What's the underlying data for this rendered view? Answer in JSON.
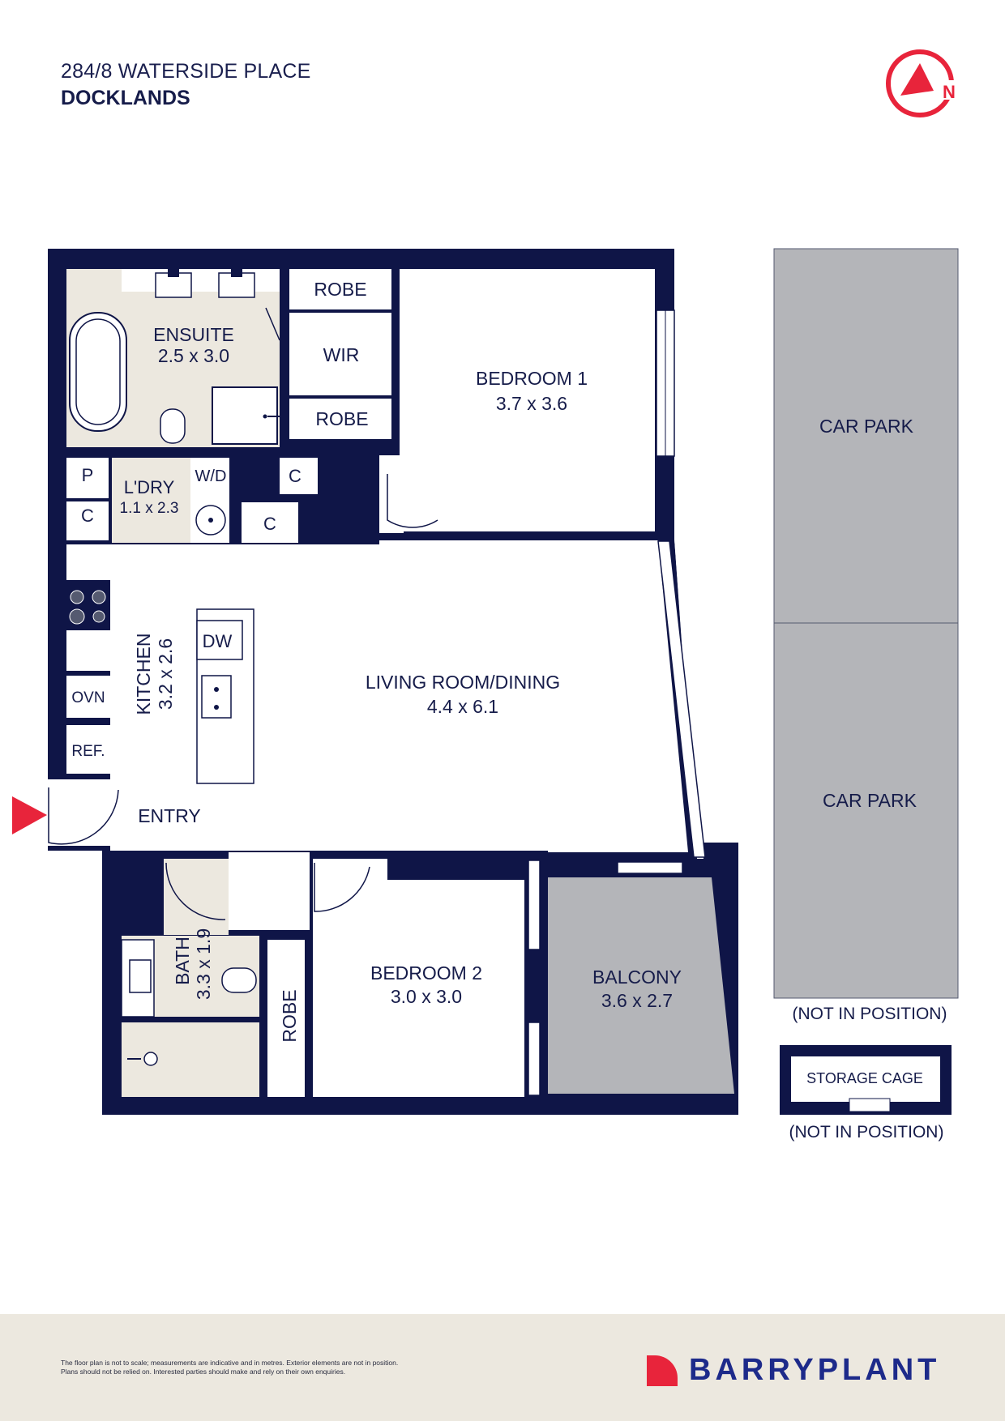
{
  "header": {
    "address": "284/8 WATERSIDE PLACE",
    "suburb": "DOCKLANDS"
  },
  "compass": {
    "label": "N",
    "color": "#e8243b"
  },
  "colors": {
    "wall": "#0f1547",
    "wet_area": "#ece8df",
    "outdoor": "#b4b5b9",
    "accent": "#e8243b",
    "brand": "#1d2a8a"
  },
  "rooms": {
    "ensuite": {
      "name": "ENSUITE",
      "size": "2.5 x 3.0"
    },
    "robe_top": {
      "name": "ROBE"
    },
    "wir": {
      "name": "WIR"
    },
    "robe_mid": {
      "name": "ROBE"
    },
    "bedroom1": {
      "name": "BEDROOM 1",
      "size": "3.7 x 3.6"
    },
    "pantry": {
      "name": "P"
    },
    "cupboard_left": {
      "name": "C"
    },
    "laundry": {
      "name": "L'DRY",
      "size": "1.1 x 2.3"
    },
    "washer_dryer": {
      "name": "W/D"
    },
    "cupboard_upper": {
      "name": "C"
    },
    "cupboard_lower": {
      "name": "C"
    },
    "kitchen": {
      "name": "KITCHEN",
      "size": "3.2 x 2.6"
    },
    "dishwasher": {
      "name": "DW"
    },
    "oven": {
      "name": "OVN"
    },
    "fridge": {
      "name": "REF."
    },
    "living": {
      "name": "LIVING ROOM/DINING",
      "size": "4.4 x 6.1"
    },
    "entry": {
      "name": "ENTRY"
    },
    "bath": {
      "name": "BATH",
      "size": "3.3 x 1.9"
    },
    "robe_bed2": {
      "name": "ROBE"
    },
    "bedroom2": {
      "name": "BEDROOM 2",
      "size": "3.0 x 3.0"
    },
    "balcony": {
      "name": "BALCONY",
      "size": "3.6 x 2.7"
    },
    "carpark_1": {
      "name": "CAR PARK"
    },
    "carpark_2": {
      "name": "CAR PARK"
    },
    "carpark_note": "(NOT IN POSITION)",
    "storage": {
      "name": "STORAGE CAGE"
    },
    "storage_note": "(NOT IN POSITION)"
  },
  "footer": {
    "disclaimer_line1": "The floor plan is not to scale; measurements are indicative and in metres. Exterior elements are not in position.",
    "disclaimer_line2": "Plans should not be relied on. Interested parties should make and rely on their own enquiries.",
    "brand": "BARRYPLANT"
  }
}
